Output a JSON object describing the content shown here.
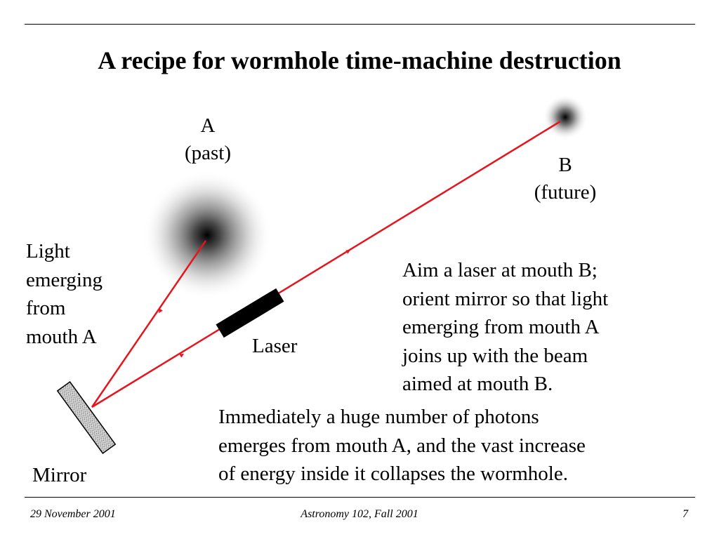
{
  "title": "A recipe for wormhole time-machine destruction",
  "labels": {
    "mouth_a": "A",
    "mouth_a_sub": "(past)",
    "mouth_b": "B",
    "mouth_b_sub": "(future)",
    "light_emerging": [
      "Light",
      "emerging",
      "from",
      "mouth A"
    ],
    "laser": "Laser",
    "mirror": "Mirror"
  },
  "text": {
    "instruction": [
      "Aim a laser at mouth B;",
      "orient mirror so that light",
      "emerging from mouth A",
      "joins up with the beam",
      "aimed at mouth B."
    ],
    "consequence": [
      "Immediately a huge number of photons",
      "emerges from mouth A, and the vast increase",
      "of energy inside it collapses the wormhole."
    ]
  },
  "footer": {
    "date": "29 November 2001",
    "course": "Astronomy 102, Fall 2001",
    "page": "7"
  },
  "colors": {
    "beam": "#e8141c",
    "laser_body": "#000000",
    "mirror_fill": "#c8c8c8"
  }
}
